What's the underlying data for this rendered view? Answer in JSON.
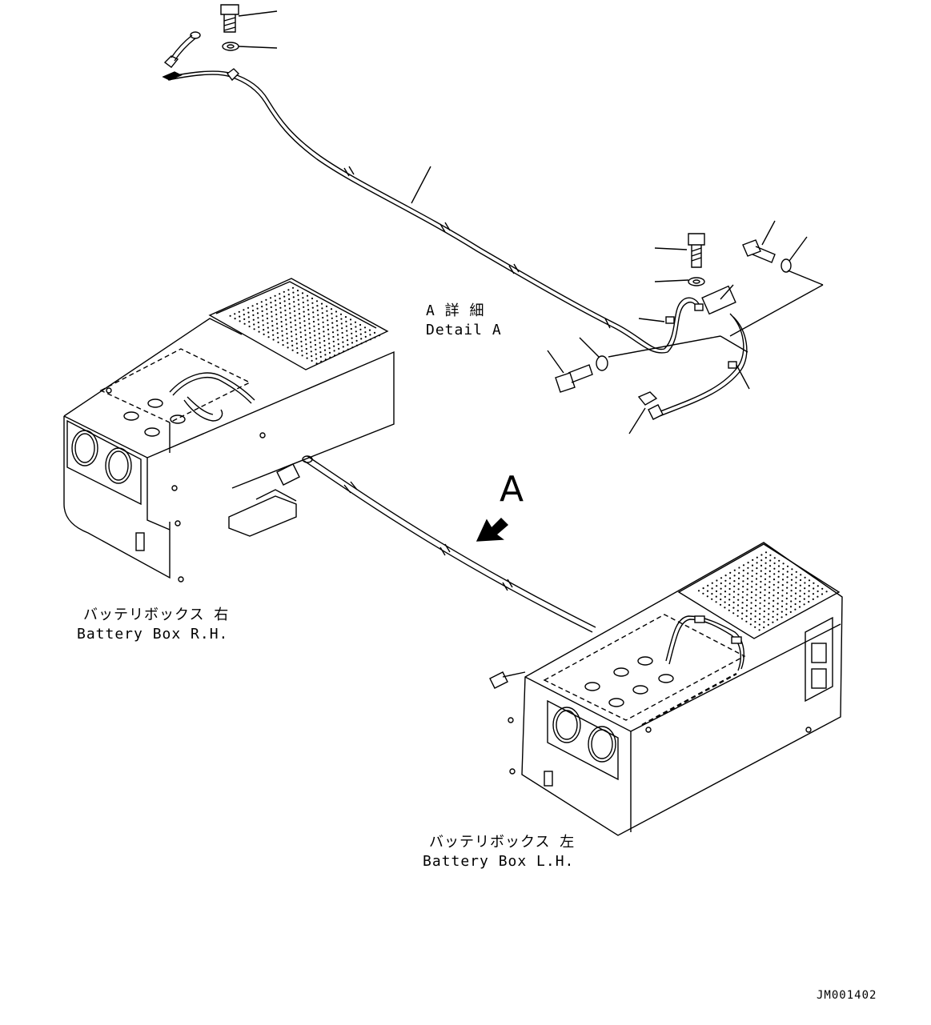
{
  "detail_label": {
    "jp": "A 詳 細",
    "en": "Detail A"
  },
  "view_marker": "A",
  "battery_rh": {
    "jp": "バッテリボックス 右",
    "en": "Battery Box R.H."
  },
  "battery_lh": {
    "jp": "バッテリボックス 左",
    "en": "Battery Box L.H."
  },
  "drawing_number": "JM001402"
}
